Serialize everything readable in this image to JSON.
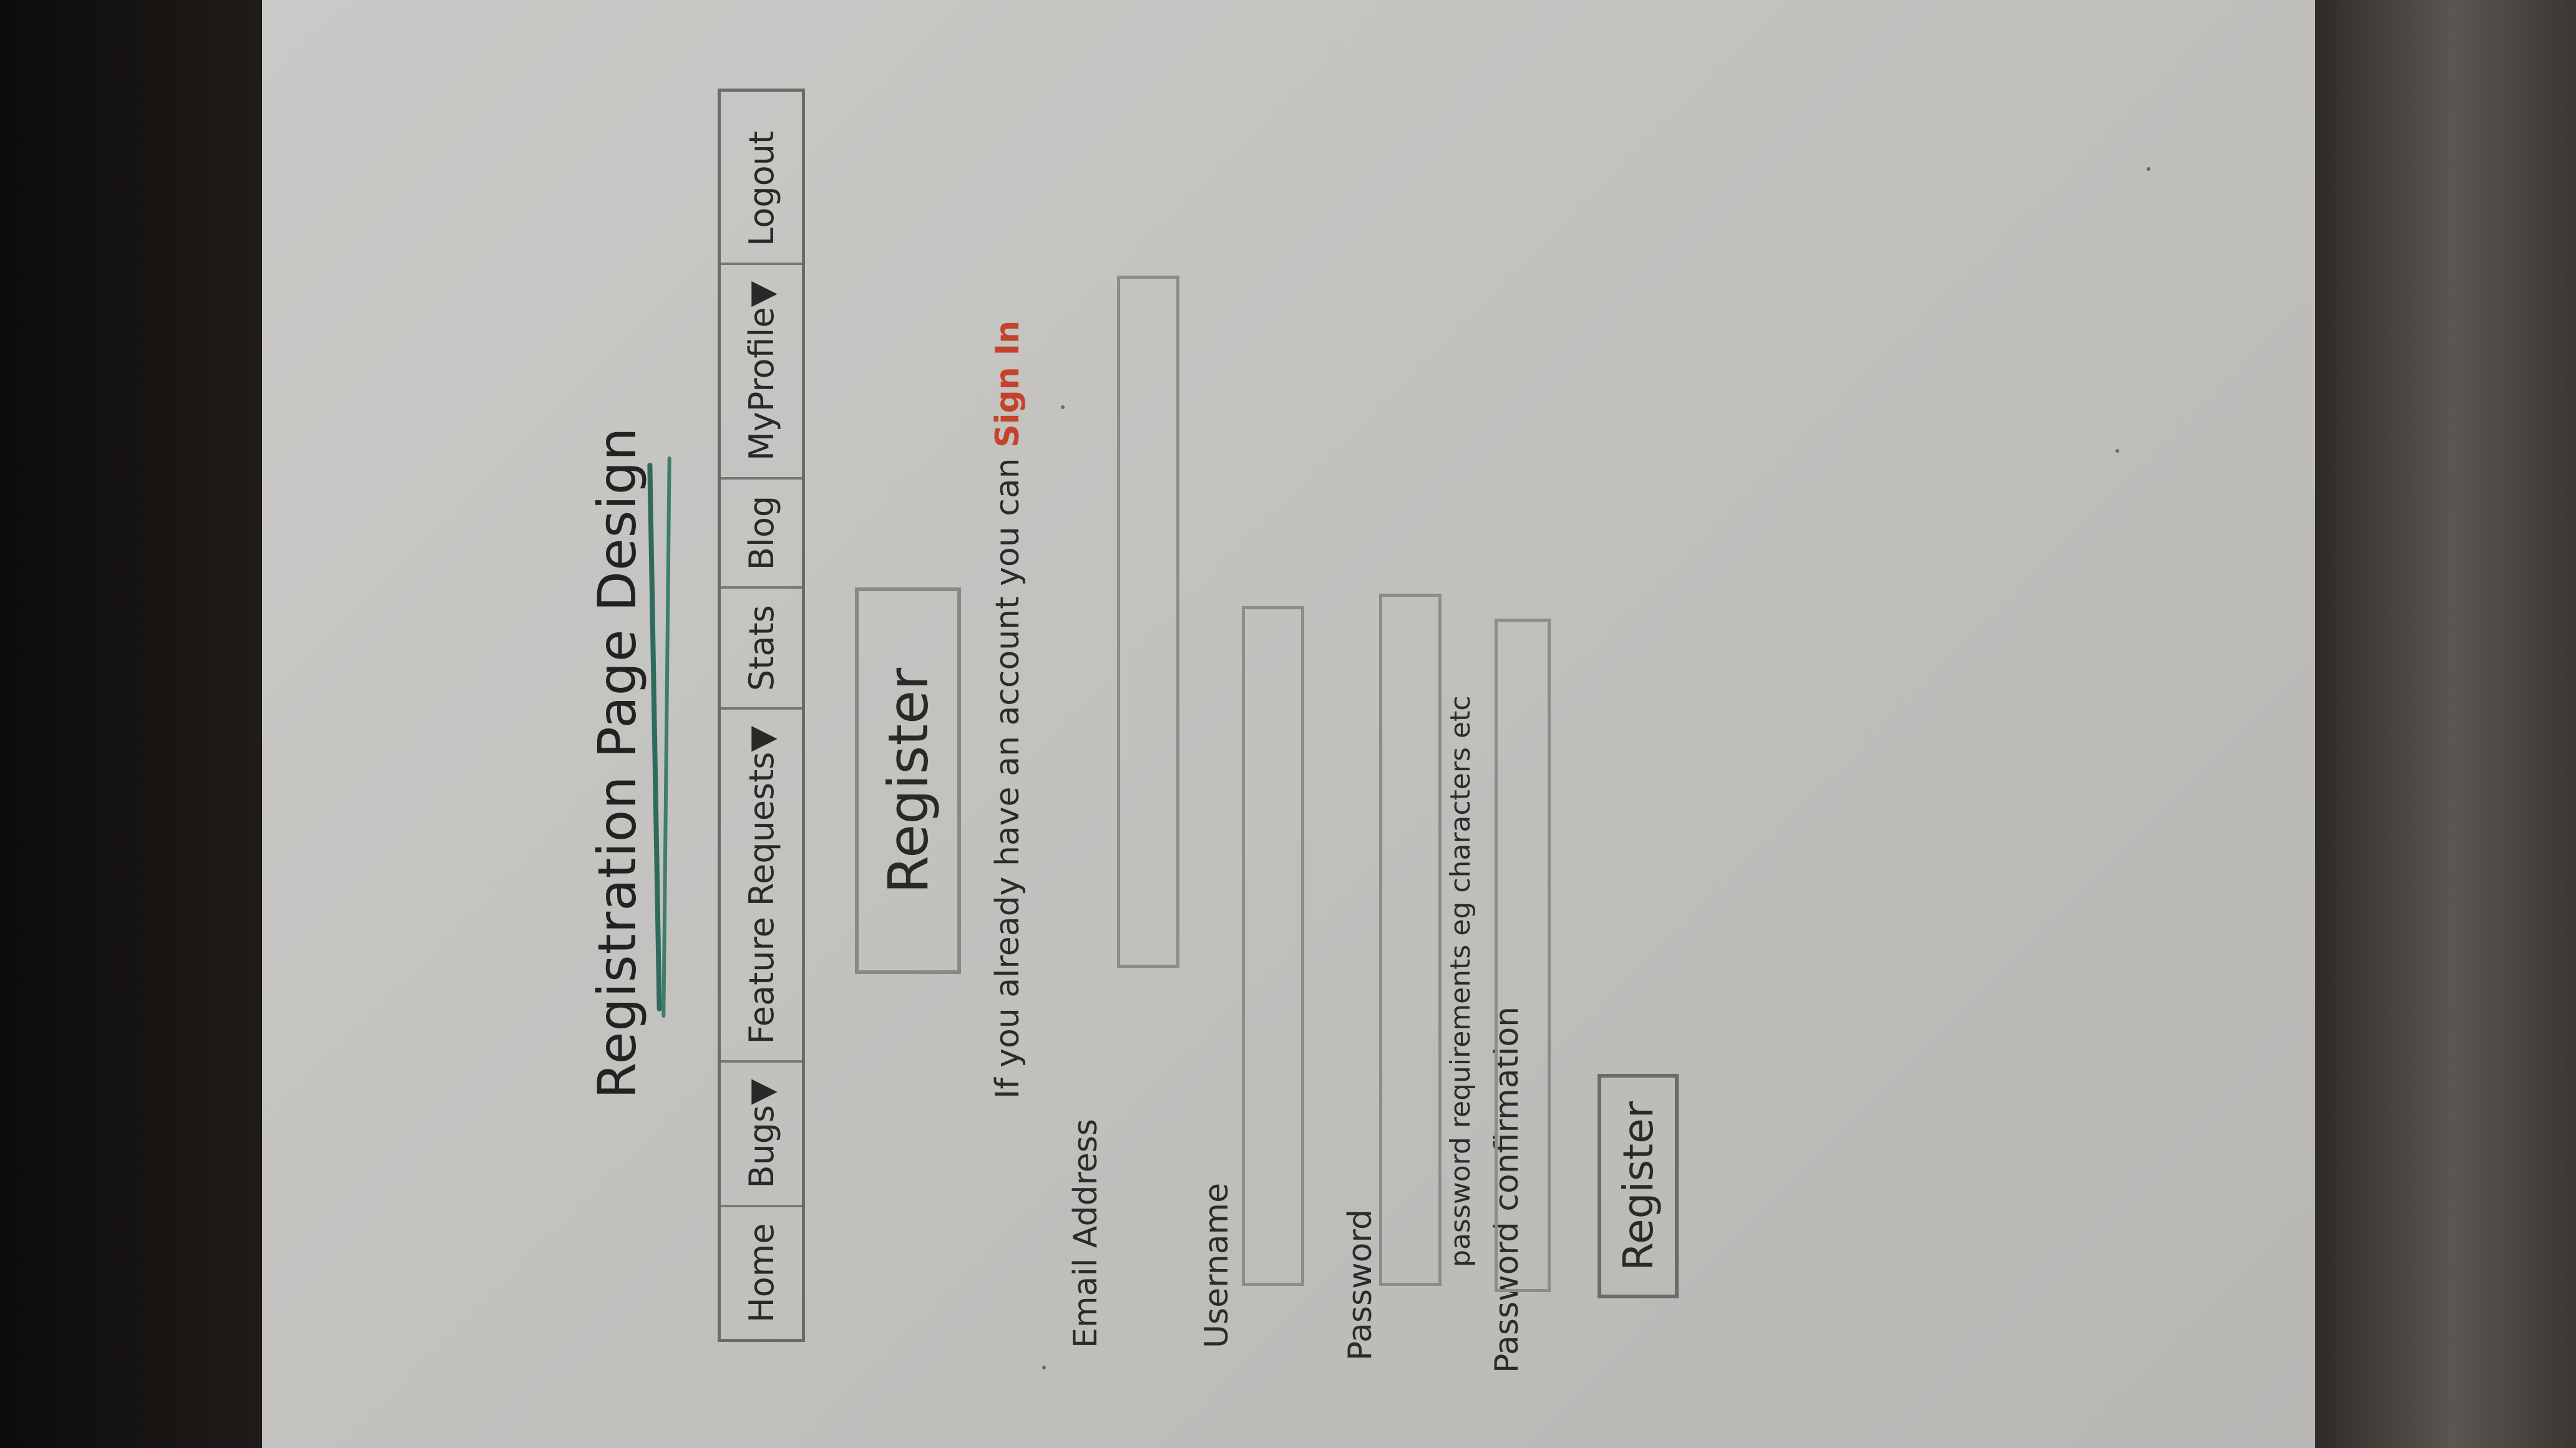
{
  "page": {
    "title": "Registration Page Design"
  },
  "nav": {
    "items": [
      {
        "label": "Home"
      },
      {
        "label": "Bugs▼"
      },
      {
        "label": "Feature Requests▼"
      },
      {
        "label": "Stats"
      },
      {
        "label": "Blog"
      },
      {
        "label": "MyProfile▼"
      },
      {
        "label": "Logout"
      }
    ]
  },
  "main": {
    "heading": "Register",
    "signin_prefix": "If you already have an account you can ",
    "signin_link": "Sign In",
    "fields": {
      "email_label": "Email Address",
      "username_label": "Username",
      "password_label": "Password",
      "password_hint": "password requirements eg characters etc",
      "password_confirm_label": "Password confirmation"
    },
    "submit_label": "Register"
  },
  "colors": {
    "title_underline": "#2f6b5c",
    "signin_link": "#c5422b",
    "paper": "#c6c5c2"
  }
}
